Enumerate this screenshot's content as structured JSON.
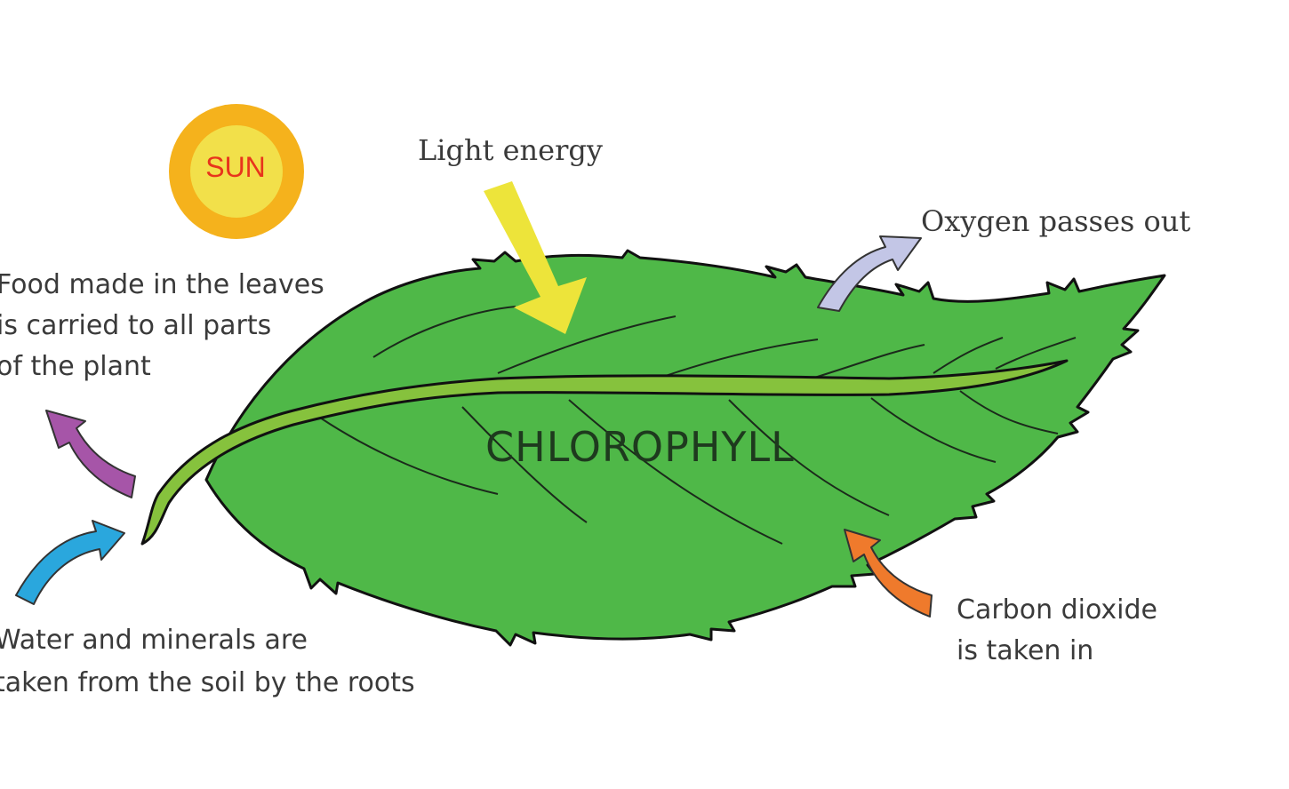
{
  "sun": {
    "label": "SUN"
  },
  "labels": {
    "light_energy": "Light energy",
    "oxygen": "Oxygen passes out",
    "food": [
      "Food made in the leaves",
      "is carried to all parts",
      "of the plant"
    ],
    "water": [
      "Water and minerals are",
      "taken from the soil by the roots"
    ],
    "carbon_dioxide": [
      "Carbon dioxide",
      "is taken in"
    ],
    "chlorophyll": "CHLOROPHYLL"
  },
  "colors": {
    "leaf": "#4fb848",
    "midrib": "#86c23d",
    "outline": "#111111",
    "sun_outer": "#f5b21c",
    "sun_inner": "#f2e04a",
    "light_arrow": "#ede43a",
    "oxygen_arrow": "#c3c6e6",
    "food_arrow": "#a655a8",
    "water_arrow": "#2aa7dd",
    "co2_arrow": "#ef7a2c"
  },
  "icons": {
    "sun": "sun-icon",
    "light_arrow": "arrow-down-right-icon",
    "oxygen_arrow": "curved-arrow-up-right-icon",
    "food_arrow": "curved-arrow-up-left-icon",
    "water_arrow": "curved-arrow-up-right-icon",
    "co2_arrow": "curved-arrow-up-left-icon"
  }
}
